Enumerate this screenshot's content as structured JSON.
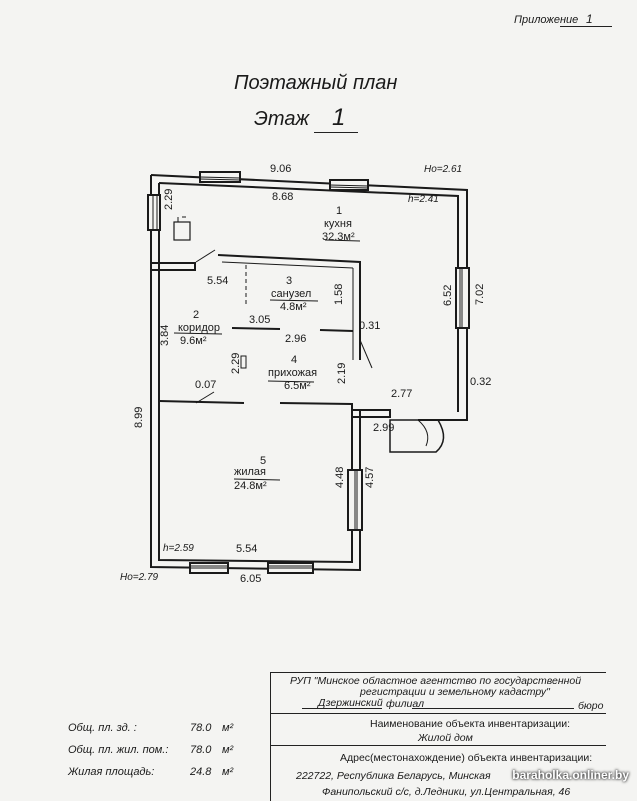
{
  "appendix": {
    "label": "Приложение",
    "number": "1"
  },
  "title": "Поэтажный план",
  "floor": {
    "label": "Этаж",
    "number": "1"
  },
  "rooms": [
    {
      "num": "1",
      "name": "кухня",
      "area": "32.3м²"
    },
    {
      "num": "2",
      "name": "коридор",
      "area": "9.6м²"
    },
    {
      "num": "3",
      "name": "санузел",
      "area": "4.8м²"
    },
    {
      "num": "4",
      "name": "прихожая",
      "area": "6.5м²"
    },
    {
      "num": "5",
      "name": "жилая",
      "area": "24.8м²"
    }
  ],
  "heights": {
    "ho_top": "Ho=2.61",
    "h_top": "h=2.41",
    "ho_bottom": "Ho=2.79",
    "h_bottom": "h=2.59"
  },
  "dims": {
    "d906": "9.06",
    "d868": "8.68",
    "d229a": "2.29",
    "d554a": "5.54",
    "d158": "1.58",
    "d652": "6.52",
    "d702": "7.02",
    "d305": "3.05",
    "d296": "2.96",
    "d031": "0.31",
    "d384": "3.84",
    "d229b": "2.29",
    "d219": "2.19",
    "d007": "0.07",
    "d277": "2.77",
    "d032": "0.32",
    "d299": "2.99",
    "d899": "8.99",
    "d448": "4.48",
    "d457": "4.57",
    "d554b": "5.54",
    "d605": "6.05"
  },
  "stamp": {
    "org_line1": "РУП \"Минское областное агентство по государственной",
    "org_line2": "регистрации и земельному кадастру\"",
    "branch": "Дзержинский",
    "branch_suffix": "филиал",
    "bureau": "бюро",
    "object_label": "Наименование объекта инвентаризации:",
    "object_value": "Жилой дом",
    "address_label": "Адрес(местонахождение) объекта инвентаризации:",
    "address_line1": "222722, Республика Беларусь, Минская",
    "address_line2": "Фанипольский с/с, д.Ледники, ул.Центральная, 46"
  },
  "totals": [
    {
      "label": "Общ. пл. зд. :",
      "value": "78.0",
      "unit": "м²"
    },
    {
      "label": "Общ. пл. жил. пом.:",
      "value": "78.0",
      "unit": "м²"
    },
    {
      "label": "Жилая площадь:",
      "value": "24.8",
      "unit": "м²"
    }
  ],
  "watermark": "baraholka.onliner.by"
}
